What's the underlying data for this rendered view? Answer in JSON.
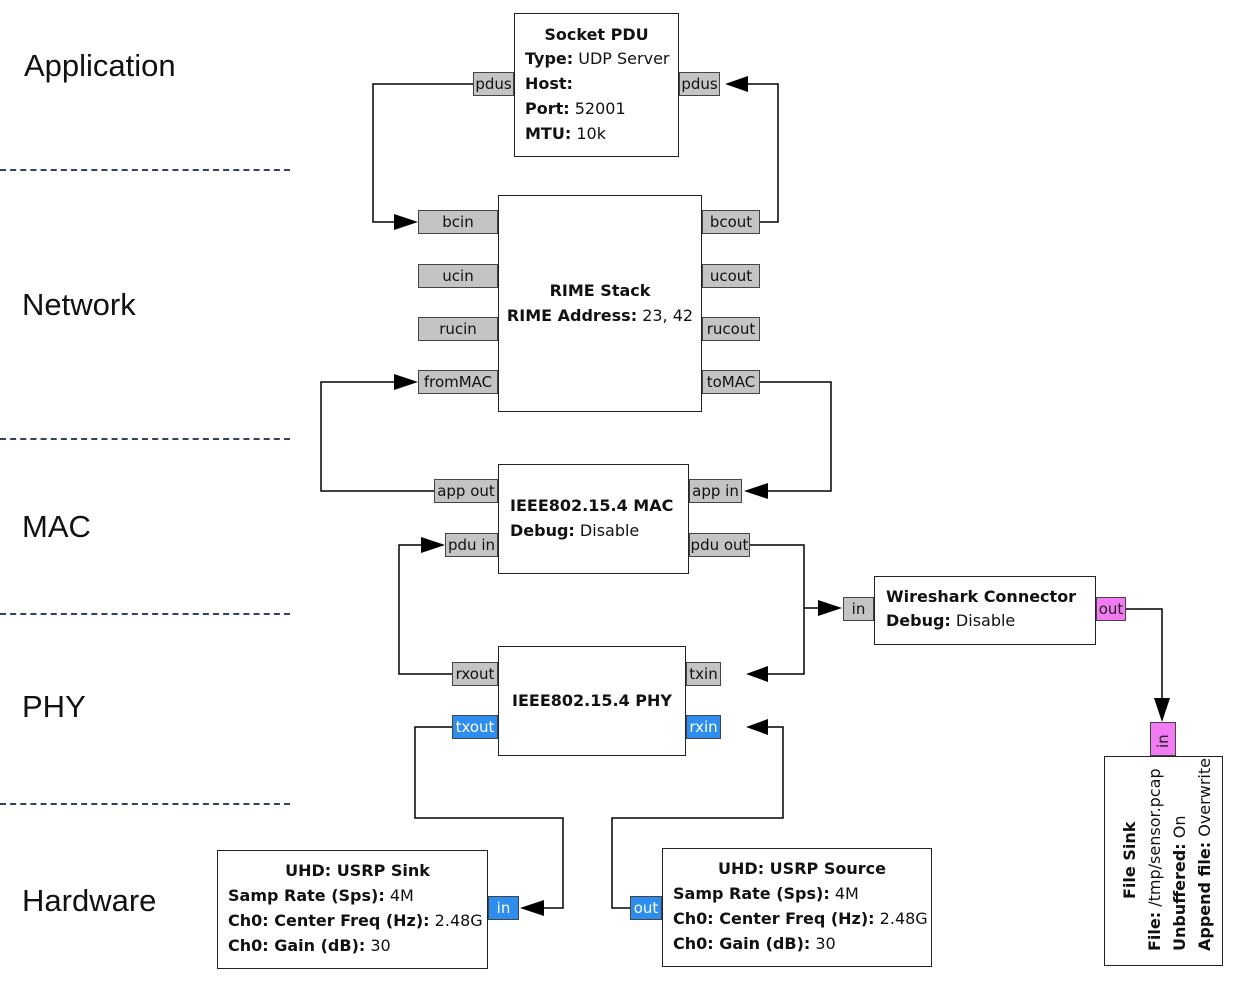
{
  "layers": {
    "application": "Application",
    "network": "Network",
    "mac": "MAC",
    "phy": "PHY",
    "hardware": "Hardware"
  },
  "blocks": {
    "socket_pdu": {
      "title": "Socket PDU",
      "params": [
        {
          "key": "Type:",
          "value": "UDP Server"
        },
        {
          "key": "Host:",
          "value": ""
        },
        {
          "key": "Port:",
          "value": "52001"
        },
        {
          "key": "MTU:",
          "value": "10k"
        }
      ],
      "ports": {
        "in": "pdus",
        "out": "pdus"
      }
    },
    "rime_stack": {
      "title": "RIME Stack",
      "params": [
        {
          "key": "RIME Address:",
          "value": "23, 42"
        }
      ],
      "ports": {
        "bcin": "bcin",
        "ucin": "ucin",
        "rucin": "rucin",
        "fromMAC": "fromMAC",
        "bcout": "bcout",
        "ucout": "ucout",
        "rucout": "rucout",
        "toMAC": "toMAC"
      }
    },
    "mac": {
      "title": "IEEE802.15.4 MAC",
      "params": [
        {
          "key": "Debug:",
          "value": "Disable"
        }
      ],
      "ports": {
        "app_out": "app out",
        "app_in": "app in",
        "pdu_in": "pdu in",
        "pdu_out": "pdu out"
      }
    },
    "wireshark": {
      "title": "Wireshark Connector",
      "params": [
        {
          "key": "Debug:",
          "value": "Disable"
        }
      ],
      "ports": {
        "in": "in",
        "out": "out"
      }
    },
    "phy": {
      "title": "IEEE802.15.4 PHY",
      "ports": {
        "rxout": "rxout",
        "txin": "txin",
        "txout": "txout",
        "rxin": "rxin"
      }
    },
    "file_sink": {
      "title": "File Sink",
      "params": [
        {
          "key": "File:",
          "value": "/tmp/sensor.pcap"
        },
        {
          "key": "Unbuffered:",
          "value": "On"
        },
        {
          "key": "Append file:",
          "value": "Overwrite"
        }
      ],
      "ports": {
        "in": "in"
      }
    },
    "usrp_sink": {
      "title": "UHD: USRP Sink",
      "params": [
        {
          "key": "Samp Rate (Sps):",
          "value": "4M"
        },
        {
          "key": "Ch0: Center Freq (Hz):",
          "value": "2.48G"
        },
        {
          "key": "Ch0: Gain (dB):",
          "value": "30"
        }
      ],
      "ports": {
        "in": "in"
      }
    },
    "usrp_source": {
      "title": "UHD: USRP Source",
      "params": [
        {
          "key": "Samp Rate (Sps):",
          "value": "4M"
        },
        {
          "key": "Ch0: Center Freq (Hz):",
          "value": "2.48G"
        },
        {
          "key": "Ch0: Gain (dB):",
          "value": "30"
        }
      ],
      "ports": {
        "out": "out"
      }
    }
  },
  "colors": {
    "message_port": "#c4c4c4",
    "complex_port": "#2d8ef0",
    "byte_port": "#f27af2",
    "separator": "#2c4466"
  }
}
